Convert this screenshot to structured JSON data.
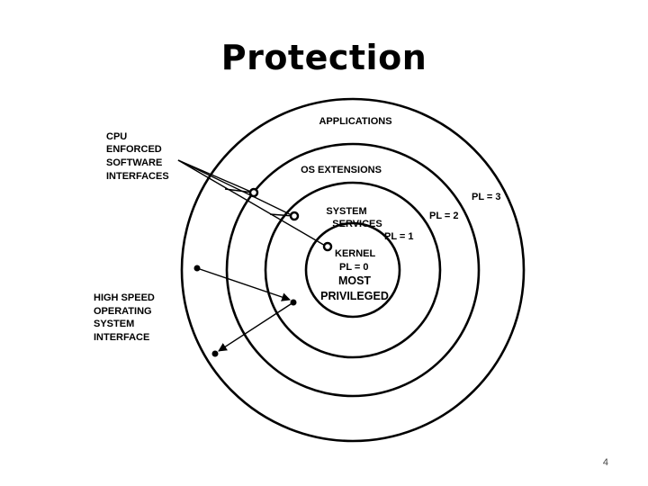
{
  "slide": {
    "title": "Protection",
    "page_number": "4"
  },
  "diagram": {
    "rings": {
      "outer": "APPLICATIONS",
      "second": "OS EXTENSIONS",
      "third_line1": "SYSTEM",
      "third_line2": "SERVICES",
      "kernel": "KERNEL",
      "kernel_pl": "PL = 0",
      "most": "MOST",
      "privileged": "PRIVILEGED"
    },
    "levels": {
      "pl3": "PL = 3",
      "pl2": "PL = 2",
      "pl1": "PL = 1"
    },
    "labels": {
      "cpu_line1": "CPU",
      "cpu_line2": "ENFORCED",
      "cpu_line3": "SOFTWARE",
      "cpu_line4": "INTERFACES",
      "hs_line1": "HIGH SPEED",
      "hs_line2": "OPERATING",
      "hs_line3": "SYSTEM",
      "hs_line4": "INTERFACE"
    }
  }
}
